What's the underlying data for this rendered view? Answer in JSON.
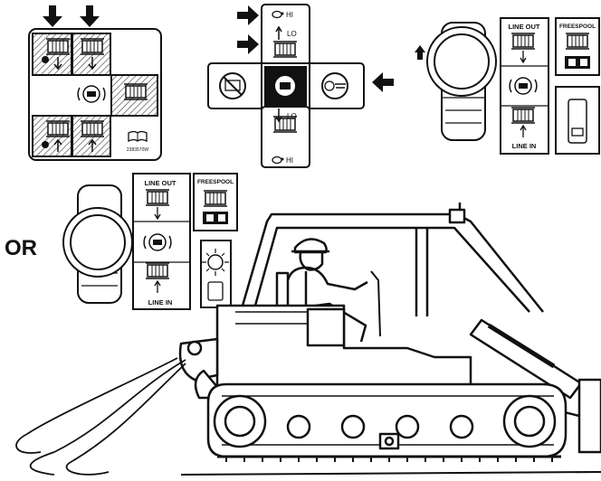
{
  "decal_a": {
    "part_number": "2383570W"
  },
  "decal_b": {
    "hi_label": "HI",
    "lo_label": "LO"
  },
  "decal_c": {
    "line_out": "LINE OUT",
    "line_in": "LINE IN",
    "freespool": "FREESPOOL"
  },
  "decal_d": {
    "or_label": "OR",
    "line_out": "LINE OUT",
    "line_in": "LINE IN",
    "freespool": "FREESPOOL"
  },
  "colors": {
    "ink": "#111111",
    "hatch": "#666666",
    "paper": "#ffffff"
  },
  "icons": [
    "arrow-down-icon",
    "arrow-right-icon",
    "arrow-left-icon",
    "arrow-up-icon",
    "winch-drum-icon",
    "brake-icon",
    "hand-icon",
    "book-icon",
    "control-lever-icon"
  ]
}
